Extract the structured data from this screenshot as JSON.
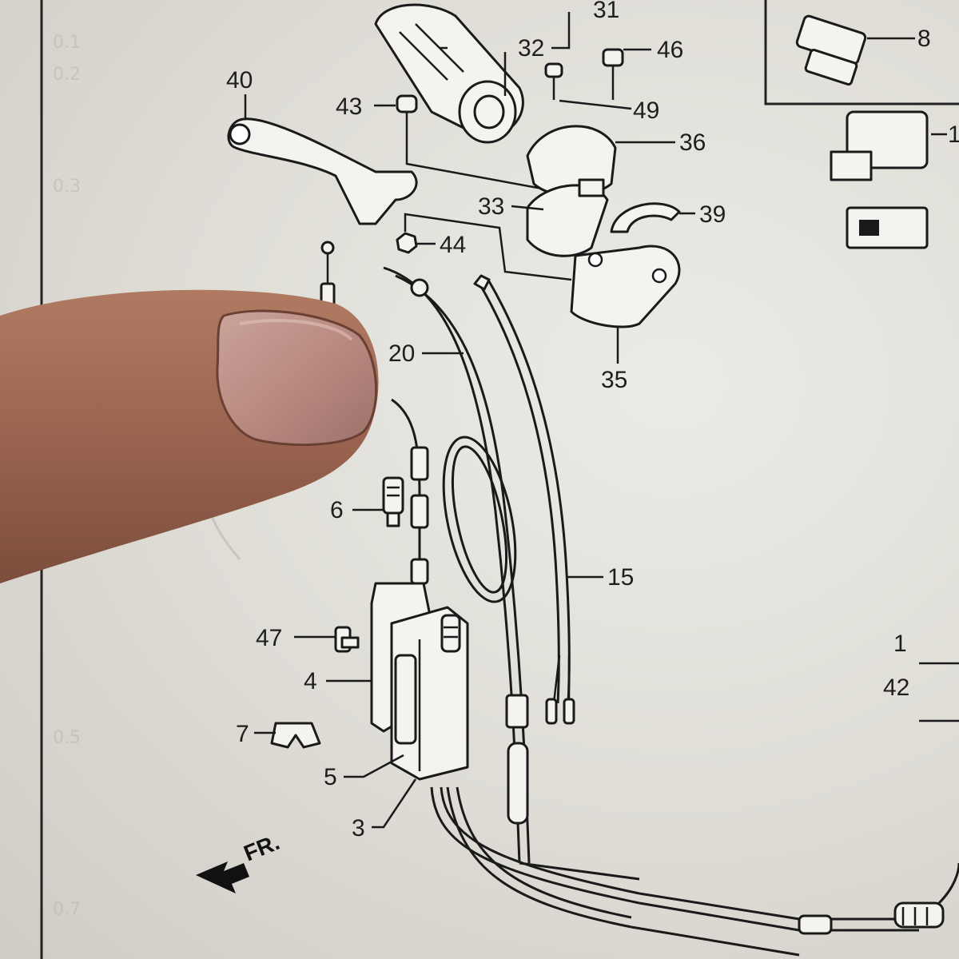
{
  "diagram": {
    "callouts": [
      {
        "id": "31",
        "text": "31"
      },
      {
        "id": "32",
        "text": "32"
      },
      {
        "id": "46",
        "text": "46"
      },
      {
        "id": "8",
        "text": "8"
      },
      {
        "id": "40",
        "text": "40"
      },
      {
        "id": "43",
        "text": "43"
      },
      {
        "id": "49",
        "text": "49"
      },
      {
        "id": "36",
        "text": "36"
      },
      {
        "id": "1a",
        "text": "1"
      },
      {
        "id": "33",
        "text": "33"
      },
      {
        "id": "39",
        "text": "39"
      },
      {
        "id": "44",
        "text": "44"
      },
      {
        "id": "20",
        "text": "20"
      },
      {
        "id": "35",
        "text": "35"
      },
      {
        "id": "6",
        "text": "6"
      },
      {
        "id": "15",
        "text": "15"
      },
      {
        "id": "1b",
        "text": "1"
      },
      {
        "id": "42",
        "text": "42"
      },
      {
        "id": "47",
        "text": "47"
      },
      {
        "id": "4",
        "text": "4"
      },
      {
        "id": "7",
        "text": "7"
      },
      {
        "id": "5",
        "text": "5"
      },
      {
        "id": "3",
        "text": "3"
      }
    ],
    "direction_label": "FR.",
    "margin_marks": [
      "0.1",
      "0.2",
      "0.3",
      "0.5",
      "0.7"
    ]
  }
}
